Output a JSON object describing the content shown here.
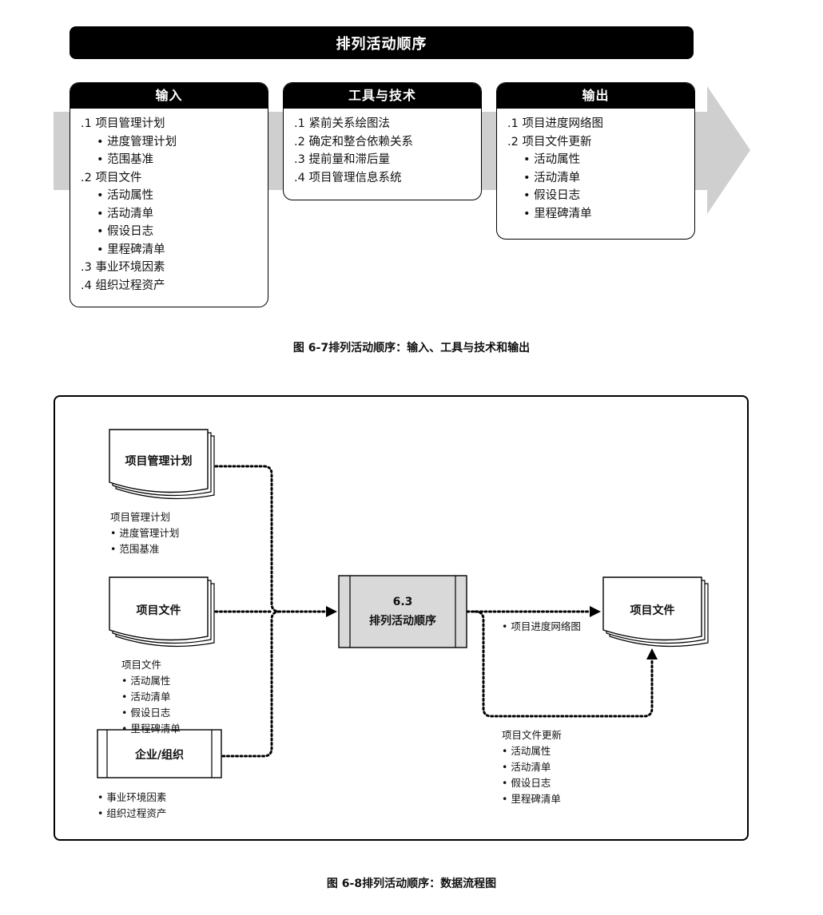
{
  "figure_6_7": {
    "title": "排列活动顺序",
    "inputs": {
      "header": "输入",
      "items": [
        {
          "text": ".1  项目管理计划",
          "level": 1
        },
        {
          "text": "•  进度管理计划",
          "level": 2
        },
        {
          "text": "•  范围基准",
          "level": 2
        },
        {
          "text": ".2  项目文件",
          "level": 1
        },
        {
          "text": "•  活动属性",
          "level": 2
        },
        {
          "text": "•  活动清单",
          "level": 2
        },
        {
          "text": "•  假设日志",
          "level": 2
        },
        {
          "text": "•  里程碑清单",
          "level": 2
        },
        {
          "text": ".3  事业环境因素",
          "level": 1
        },
        {
          "text": ".4  组织过程资产",
          "level": 1
        }
      ]
    },
    "tools": {
      "header": "工具与技术",
      "items": [
        {
          "text": ".1  紧前关系绘图法",
          "level": 1
        },
        {
          "text": ".2  确定和整合依赖关系",
          "level": 1
        },
        {
          "text": ".3  提前量和滞后量",
          "level": 1
        },
        {
          "text": ".4  项目管理信息系统",
          "level": 1
        }
      ]
    },
    "outputs": {
      "header": "输出",
      "items": [
        {
          "text": ".1  项目进度网络图",
          "level": 1
        },
        {
          "text": ".2  项目文件更新",
          "level": 1
        },
        {
          "text": "•  活动属性",
          "level": 2
        },
        {
          "text": "•  活动清单",
          "level": 2
        },
        {
          "text": "•  假设日志",
          "level": 2
        },
        {
          "text": "•  里程碑清单",
          "level": 2
        }
      ]
    },
    "caption": "图 6-7排列活动顺序：输入、工具与技术和输出"
  },
  "figure_6_8": {
    "doc_pmp": "项目管理计划",
    "pmp_list": [
      "项目管理计划",
      "•  进度管理计划",
      "•  范围基准"
    ],
    "doc_projdocs": "项目文件",
    "projdocs_list": [
      "项目文件",
      "•  活动属性",
      "•  活动清单",
      "•  假设日志",
      "•  里程碑清单"
    ],
    "enterprise": "企业/组织",
    "enterprise_list": [
      "•  事业环境因素",
      "•  组织过程资产"
    ],
    "process_number": "6.3",
    "process_name": "排列活动顺序",
    "output_doc": "项目文件",
    "network_label": "•  项目进度网络图",
    "updates_list": [
      "项目文件更新",
      "•  活动属性",
      "•  活动清单",
      "•  假设日志",
      "•  里程碑清单"
    ],
    "caption": "图 6-8排列活动顺序：数据流程图"
  },
  "colors": {
    "header_bg": "#000000",
    "arrow_gray": "#cfcfcf",
    "process_fill": "#d9d9d9"
  }
}
